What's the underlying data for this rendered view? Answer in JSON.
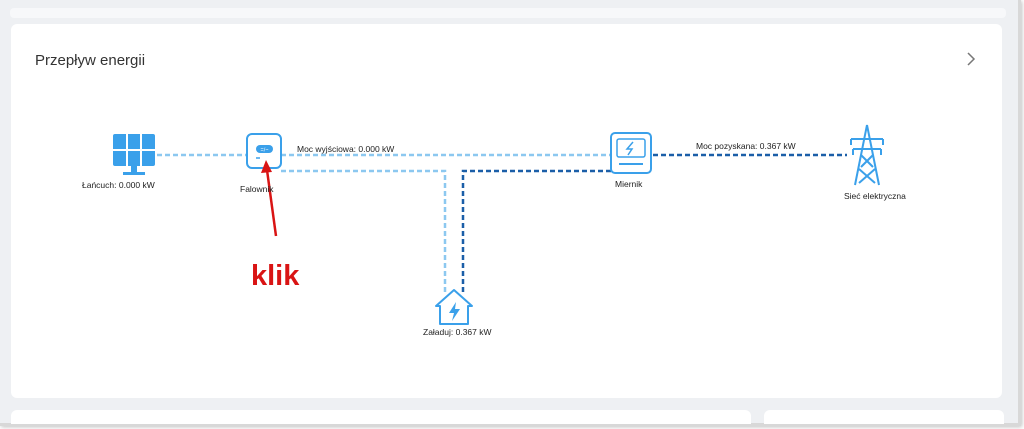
{
  "card": {
    "title": "Przepływ energii"
  },
  "nodes": {
    "solar": {
      "label": "Łańcuch: 0.000 kW",
      "icon": "solar-panel-icon"
    },
    "inverter": {
      "label": "Falownik",
      "icon": "inverter-icon",
      "symbol": "=/~"
    },
    "meter": {
      "label": "Miernik",
      "icon": "meter-icon"
    },
    "grid": {
      "label": "Sieć elektryczna",
      "icon": "power-tower-icon"
    },
    "load": {
      "label": "Załaduj: 0.367 kW",
      "icon": "home-load-icon"
    }
  },
  "flows": {
    "output_power": "Moc wyjściowa: 0.000 kW",
    "gained_power": "Moc pozyskana: 0.367 kW"
  },
  "annotation": {
    "text": "klik",
    "color": "#d91414"
  },
  "colors": {
    "accent": "#3aa0ea",
    "flow_light": "#8cc8f0",
    "flow_dark": "#1b5fa8"
  }
}
